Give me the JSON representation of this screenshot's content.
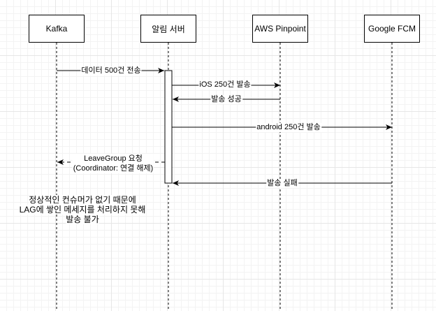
{
  "actors": {
    "kafka": "Kafka",
    "alarm_server": "알림 서버",
    "aws_pinpoint": "AWS Pinpoint",
    "google_fcm": "Google FCM"
  },
  "messages": {
    "data_send": "데이터 500건 전송",
    "ios_send": "iOS 250건 발송",
    "send_success": "발송 성공",
    "android_send": "android 250건 발송",
    "leave_group_line1": "LeaveGroup 요청",
    "leave_group_line2": "(Coordinator: 연결 해제)",
    "send_fail": "발송 실패"
  },
  "note": {
    "line1": "정상적인 컨슈머가 없기 때문에",
    "line2": "LAG에 쌓인 메세지를 처리하지 못해",
    "line3": "발송 불가"
  }
}
